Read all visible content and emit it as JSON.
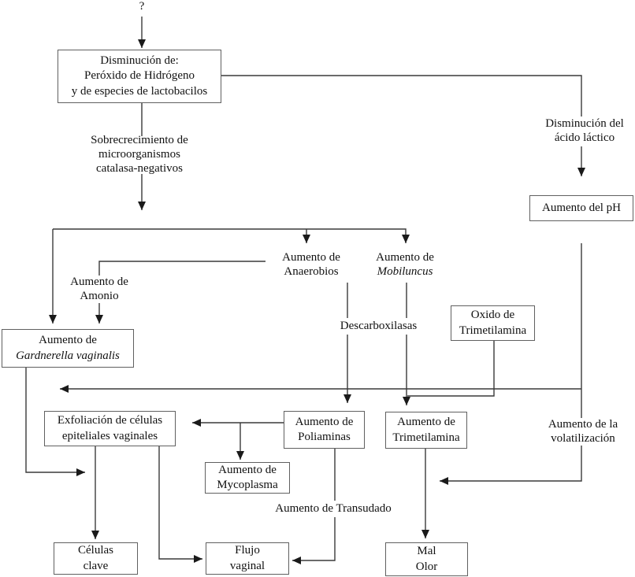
{
  "diagram": {
    "labels": {
      "unknown_trigger": "?",
      "overgrowth": [
        "Sobrecrecimiento de",
        "microorganismos",
        "catalasa-negativos"
      ],
      "lactic_acid_decrease": [
        "Disminución del",
        "ácido láctico"
      ],
      "ammonia_increase": [
        "Aumento de",
        "Amonio"
      ],
      "anaerobes_increase": [
        "Aumento de",
        "Anaerobios"
      ],
      "mobiluncus_increase": [
        "Aumento de",
        "Mobiluncus"
      ],
      "decarboxylases": "Descarboxilasas",
      "volatilization_increase": [
        "Aumento de la",
        "volatilización"
      ],
      "transudate_increase": "Aumento de Transudado"
    },
    "nodes": {
      "peroxide_decrease": [
        "Disminución de:",
        "Peróxido de Hidrógeno",
        "y de especies de lactobacilos"
      ],
      "ph_increase": [
        "Aumento del pH"
      ],
      "gardnerella_increase": [
        "Aumento de",
        "Gardnerella vaginalis"
      ],
      "tma_oxide": [
        "Oxido de",
        "Trimetilamina"
      ],
      "epithelial_exfoliation": [
        "Exfoliación de células",
        "epiteliales vaginales"
      ],
      "polyamines_increase": [
        "Aumento de",
        "Poliaminas"
      ],
      "tma_increase": [
        "Aumento de",
        "Trimetilamina"
      ],
      "mycoplasma_increase": [
        "Aumento de",
        "Mycoplasma"
      ],
      "clue_cells": [
        "Células",
        "clave"
      ],
      "vaginal_discharge": [
        "Flujo",
        "vaginal"
      ],
      "bad_odor": [
        "Mal",
        "Olor"
      ]
    },
    "colors": {
      "line": "#3a3a3a",
      "arrowhead": "#1a1a1a",
      "box_border": "#606060",
      "text": "#111111",
      "background": "#ffffff"
    }
  }
}
